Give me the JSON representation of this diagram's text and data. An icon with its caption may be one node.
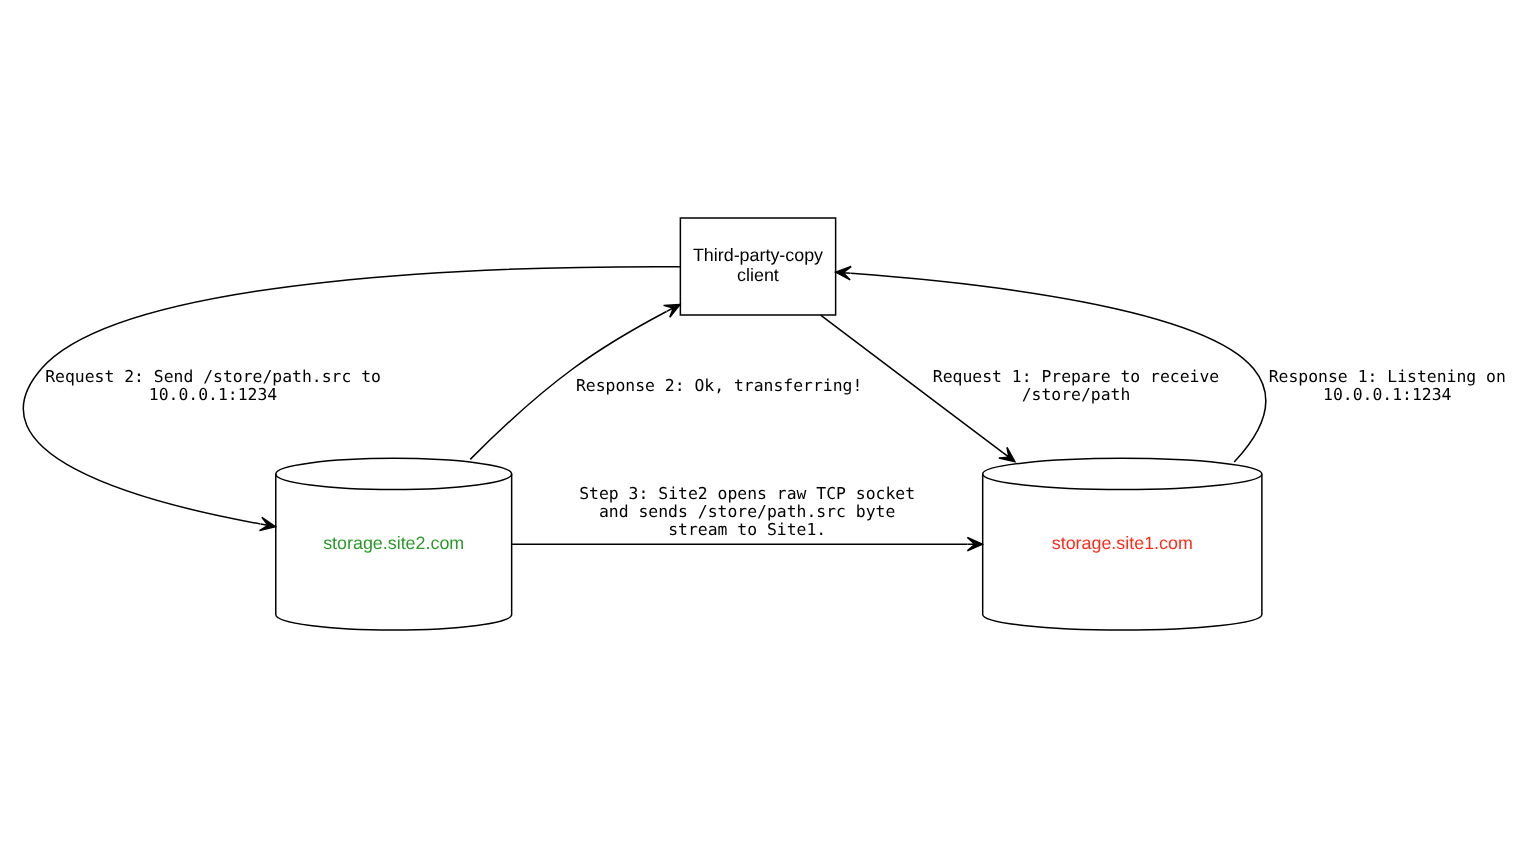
{
  "diagram": {
    "nodes": [
      {
        "text": [
          "Third-party-copy client"
        ]
      },
      {
        "text": [
          "storage.site1.com"
        ]
      },
      {
        "text": [
          "storage.site2.com"
        ]
      }
    ],
    "edges": [
      {
        "from": 0,
        "to": 1,
        "arrow": "to",
        "label": "Request 1: Prepare to receive /store/path"
      },
      {
        "from": 1,
        "to": 0,
        "arrow": "to",
        "label": "Response 1: Listening on 10.0.0.1:1234"
      },
      {
        "from": 0,
        "to": 2,
        "arrow": "to",
        "label": "Request 2: Send /store/path.src to 10.0.0.1:1234"
      },
      {
        "from": 2,
        "to": 0,
        "arrow": "to",
        "label": "Response 2: Ok, transferring!"
      },
      {
        "from": 2,
        "to": 1,
        "arrow": "to",
        "label": "Step 3: Site2 opens raw TCP socket and sends /store/path.src byte stream to Site1."
      }
    ]
  }
}
